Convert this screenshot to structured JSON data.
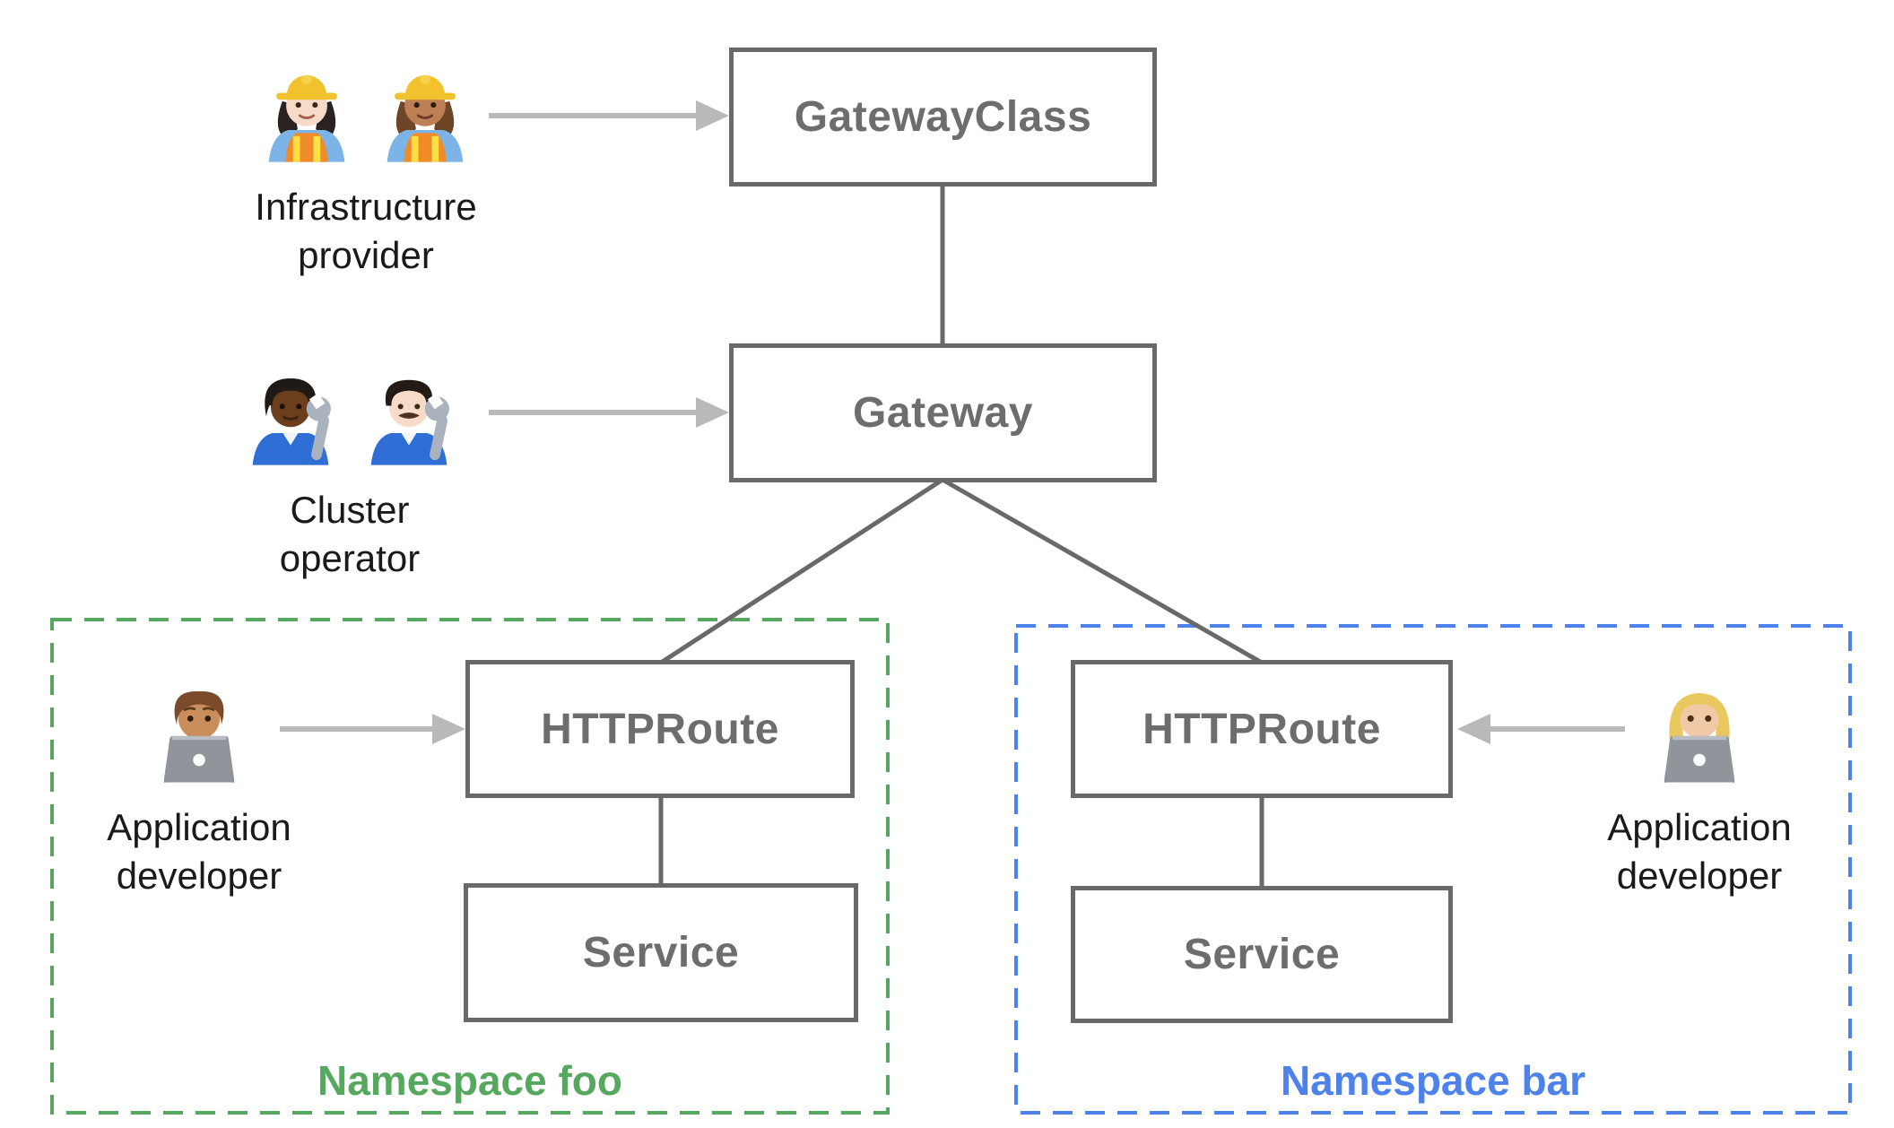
{
  "nodes": {
    "gateway_class": {
      "label": "GatewayClass"
    },
    "gateway": {
      "label": "Gateway"
    },
    "httproute_foo": {
      "label": "HTTPRoute"
    },
    "httproute_bar": {
      "label": "HTTPRoute"
    },
    "service_foo": {
      "label": "Service"
    },
    "service_bar": {
      "label": "Service"
    }
  },
  "actors": {
    "infrastructure_provider": {
      "label": "Infrastructure provider",
      "emojis": [
        "👷🏻‍♀️",
        "👷🏽‍♀️"
      ],
      "icons": [
        "woman-construction-worker-light",
        "woman-construction-worker-medium"
      ]
    },
    "cluster_operator": {
      "label": "Cluster operator",
      "emojis": [
        "🧑🏿‍🔧",
        "👨🏻‍🔧"
      ],
      "icons": [
        "mechanic-dark",
        "man-mechanic-light"
      ]
    },
    "app_developer_foo": {
      "label": "Application developer",
      "emojis": [
        "👨🏽‍💻"
      ],
      "icons": [
        "man-technologist-medium"
      ]
    },
    "app_developer_bar": {
      "label": "Application developer",
      "emojis": [
        "👩🏼‍💻"
      ],
      "icons": [
        "woman-technologist-light"
      ]
    }
  },
  "namespaces": {
    "foo": {
      "label": "Namespace foo"
    },
    "bar": {
      "label": "Namespace bar"
    }
  },
  "colors": {
    "background": "#ffffff",
    "node_border": "#696969",
    "node_text": "#6d6d6d",
    "connector": "#696969",
    "arrow": "#b9b9b9",
    "label_text": "#1a1a1a",
    "namespace_foo": "#57a85f",
    "namespace_bar": "#4d82ea"
  }
}
